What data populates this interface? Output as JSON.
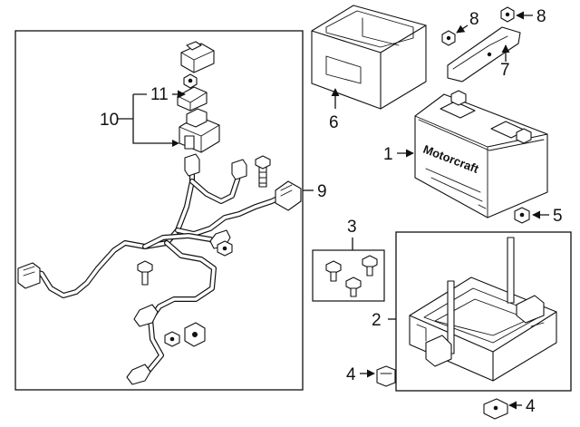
{
  "callouts": {
    "c1": "1",
    "c2": "2",
    "c3": "3",
    "c4a": "4",
    "c4b": "4",
    "c5": "5",
    "c6": "6",
    "c7": "7",
    "c8a": "8",
    "c8b": "8",
    "c9": "9",
    "c10": "10",
    "c11": "11"
  },
  "battery": {
    "brand": "Motorcraft"
  }
}
